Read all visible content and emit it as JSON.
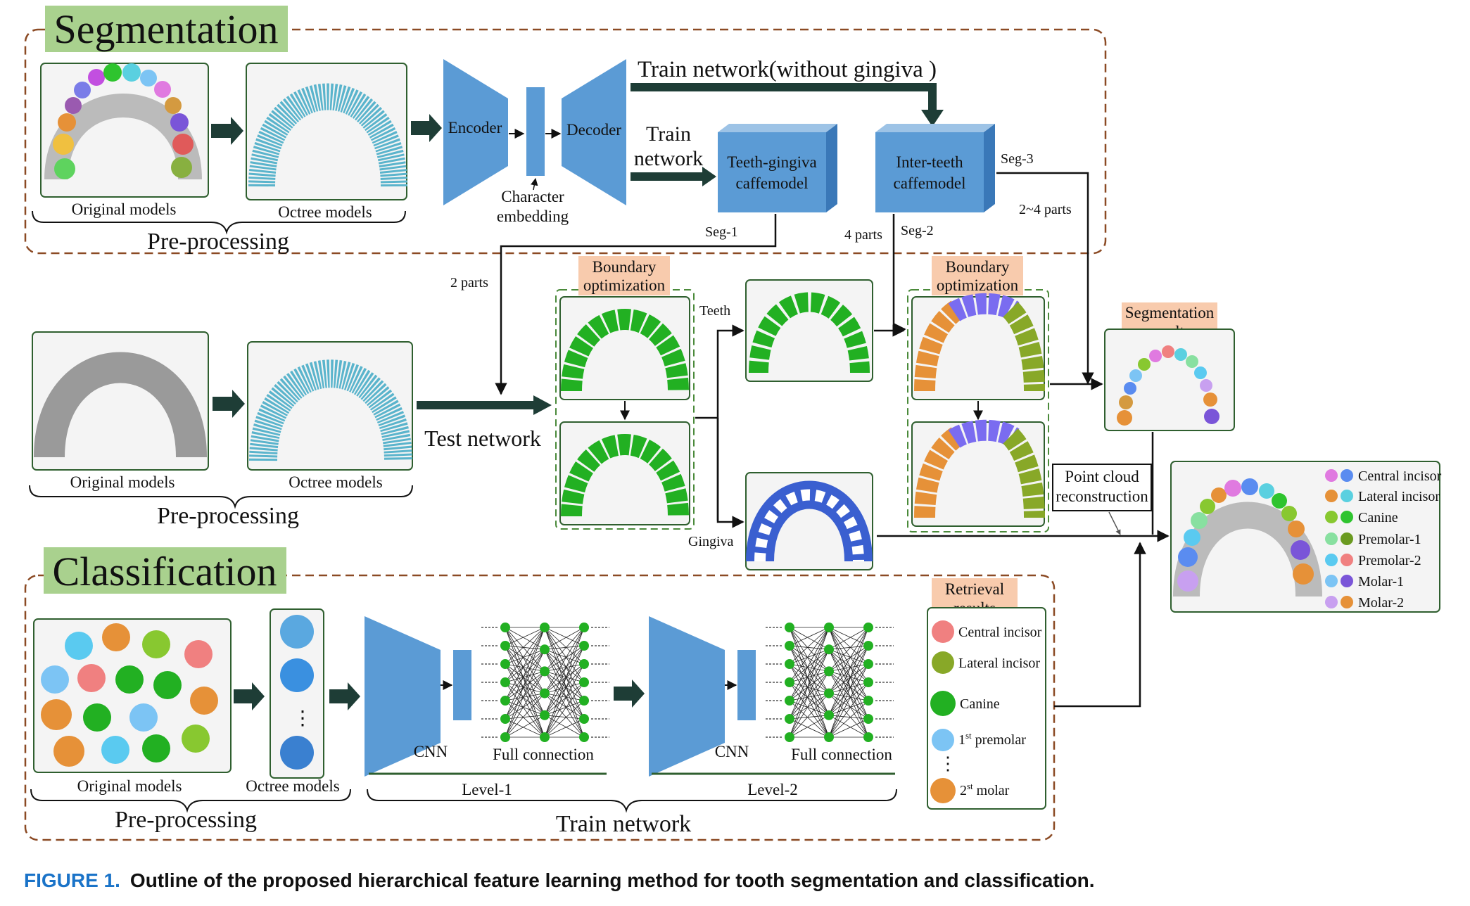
{
  "sections": {
    "segmentation": "Segmentation",
    "classification": "Classification"
  },
  "labels": {
    "original_models": "Original models",
    "octree_models": "Octree models",
    "preprocessing": "Pre-processing",
    "encoder": "Encoder",
    "decoder": "Decoder",
    "character": "Character",
    "embedding": "embedding",
    "train_without_gingiva": "Train network(without gingiva )",
    "train": "Train",
    "network": "network",
    "teeth_gingiva_1": "Teeth-gingiva",
    "caffemodel": "caffemodel",
    "inter_teeth_1": "Inter-teeth",
    "seg1": "Seg-1",
    "seg2": "Seg-2",
    "seg3": "Seg-3",
    "parts2": "2 parts",
    "parts4": "4 parts",
    "parts24": "2~4 parts",
    "boundary": "Boundary",
    "optimization": "optimization",
    "teeth": "Teeth",
    "gingiva": "Gingiva",
    "test_network": "Test network",
    "segmentation_results_1": "Segmentation",
    "results": "results",
    "point_cloud_1": "Point cloud",
    "point_cloud_2": "reconstruction",
    "cnn": "CNN",
    "full_connection": "Full connection",
    "level1": "Level-1",
    "level2": "Level-2",
    "train_network": "Train network",
    "retrieval": "Retrieval",
    "vertical_dots": "⋮"
  },
  "retrieval_items": [
    "Central incisor",
    "Lateral incisor",
    "Canine"
  ],
  "retrieval_premolar": {
    "num": "1",
    "sup": "st",
    "word": "premolar"
  },
  "retrieval_molar": {
    "num": "2",
    "sup": "st",
    "word": "molar"
  },
  "legend": [
    "Central incisor",
    "Lateral incisor",
    "Canine",
    "Premolar-1",
    "Premolar-2",
    "Molar-1",
    "Molar-2"
  ],
  "colors": {
    "blue": "#5b9bd5",
    "green_box": "#a9d18e",
    "peach": "#f8cbad",
    "arrow": "#1e3d36",
    "dashed": "#8b4a24",
    "teeth_green": "#22b022",
    "octree": "#5ab4cc"
  },
  "caption": {
    "fig_num": "FIGURE 1.",
    "text": "Outline of the proposed hierarchical feature learning method for tooth segmentation and classification."
  }
}
